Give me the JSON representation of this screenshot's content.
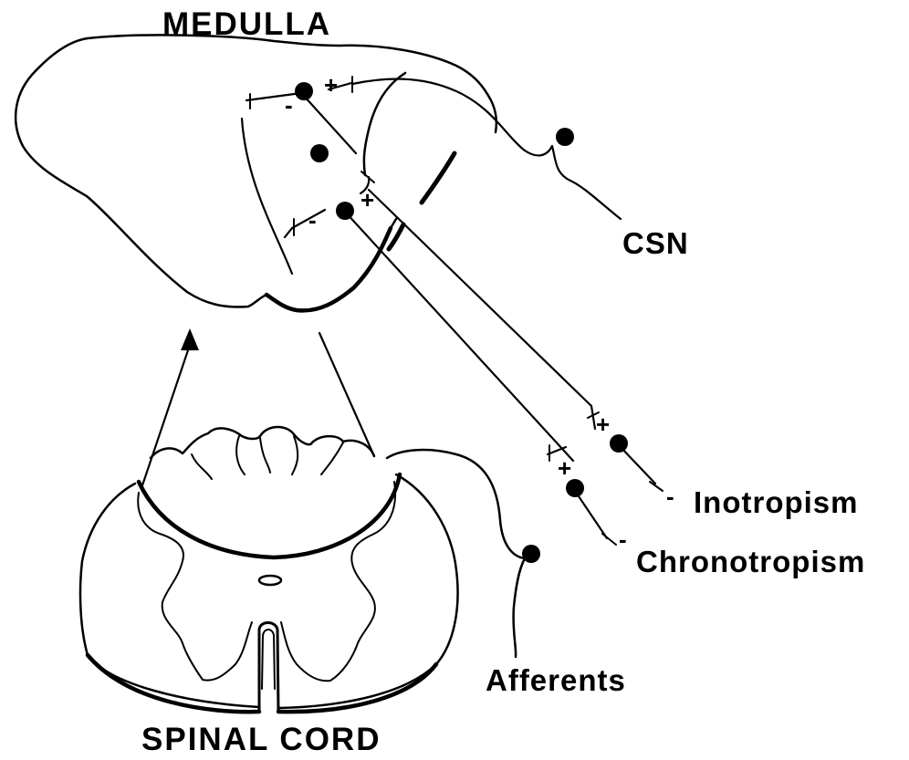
{
  "labels": {
    "medulla": "MEDULLA",
    "spinal_cord": "SPINAL CORD",
    "csn": "CSN",
    "inotropism": "Inotropism",
    "chronotropism": "Chronotropism",
    "afferents": "Afferents"
  },
  "synapse_signs": {
    "plus": "+",
    "minus": "-"
  },
  "colors": {
    "ink": "#000000",
    "paper": "#ffffff"
  }
}
